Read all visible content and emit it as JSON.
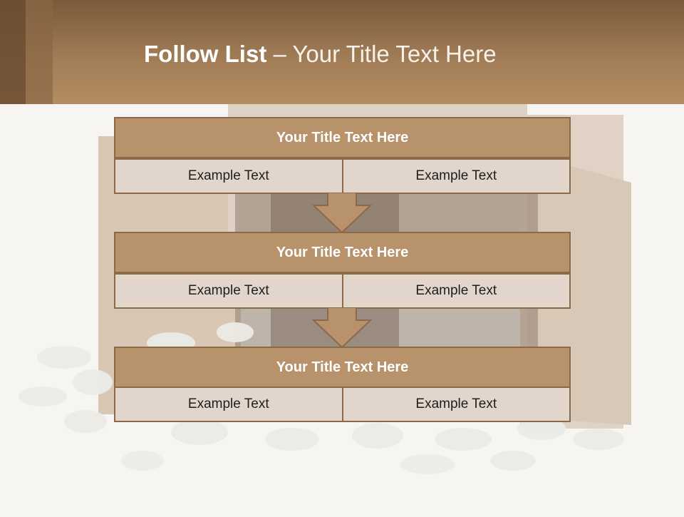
{
  "slide": {
    "title_bold": "Follow List",
    "title_rest": " – Your Title Text Here"
  },
  "rows": [
    {
      "title": "Your Title Text Here",
      "left": "Example Text",
      "right": "Example Text"
    },
    {
      "title": "Your Title Text Here",
      "left": "Example Text",
      "right": "Example Text"
    },
    {
      "title": "Your Title Text Here",
      "left": "Example Text",
      "right": "Example Text"
    }
  ],
  "colors": {
    "header": "#a07c56",
    "title_bar": "#b8926b",
    "cell": "#e2d6cc",
    "border": "#8a6a48"
  }
}
